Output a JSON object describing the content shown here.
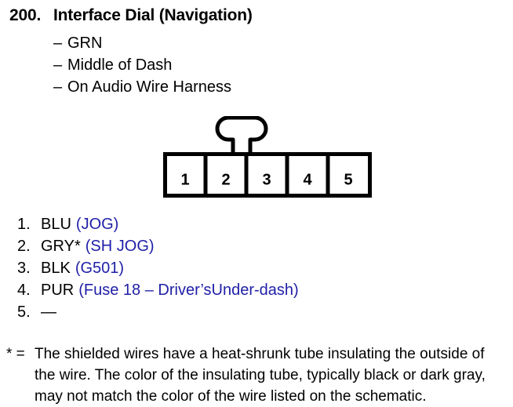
{
  "header": {
    "number": "200.",
    "title": "Interface Dial (Navigation)"
  },
  "subitems": [
    {
      "dash": "–",
      "label": "GRN"
    },
    {
      "dash": "–",
      "label": "Middle of Dash"
    },
    {
      "dash": "–",
      "label": "On Audio Wire Harness"
    }
  ],
  "connector": {
    "name": "5-pin-connector-diagram",
    "pin_labels": [
      "1",
      "2",
      "3",
      "4",
      "5"
    ],
    "latch_position": "top-center",
    "outline_color": "#000000",
    "fill_color": "#ffffff"
  },
  "pinlist": [
    {
      "num": "1.",
      "color": "BLU",
      "signal": "(JOG)"
    },
    {
      "num": "2.",
      "color": "GRY*",
      "signal": "(SH JOG)"
    },
    {
      "num": "3.",
      "color": "BLK",
      "signal": "(G501)"
    },
    {
      "num": "4.",
      "color": "PUR",
      "signal": "(Fuse 18 – Driver’sUnder-dash)"
    },
    {
      "num": "5.",
      "color": "—",
      "signal": ""
    }
  ],
  "footnote": {
    "mark": "* =",
    "text": "The shielded wires have a heat-shrunk tube insulating the outside of the wire. The color of the insulating tube, typically black or dark gray, may not match the color of the wire listed on the schematic."
  },
  "colors": {
    "signal_blue": "#2020a8",
    "text_black": "#000000",
    "background": "#ffffff"
  }
}
